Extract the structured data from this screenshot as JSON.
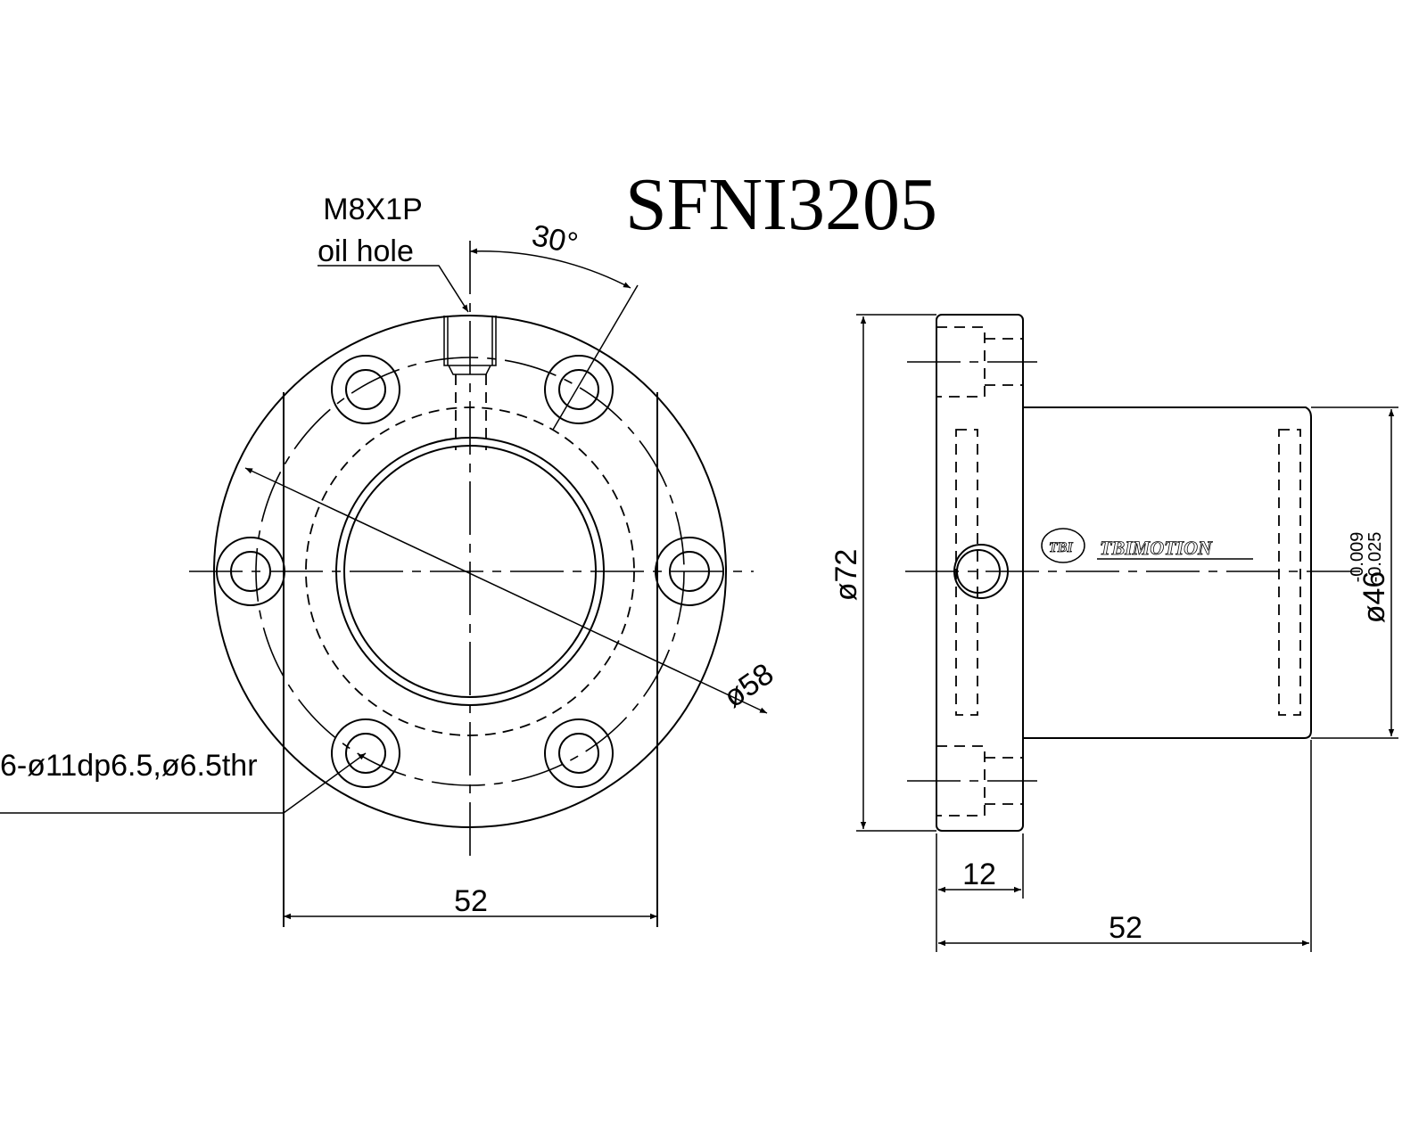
{
  "title": "SFNI3205",
  "front_view": {
    "oil_hole_thread": "M8X1P",
    "oil_hole_label": "oil hole",
    "angle": "30°",
    "bolt_circle_dia": "ø58",
    "holes_spec": "6-ø11dp6.5,ø6.5thr",
    "flat_width": "52"
  },
  "side_view": {
    "flange_dia": "ø72",
    "flange_thickness": "12",
    "overall_length": "52",
    "body_dia": "ø46",
    "body_tol_upper": "-0.009",
    "body_tol_lower": "-0.025",
    "logo_badge": "TBI",
    "logo_text": "TBIMOTION"
  }
}
